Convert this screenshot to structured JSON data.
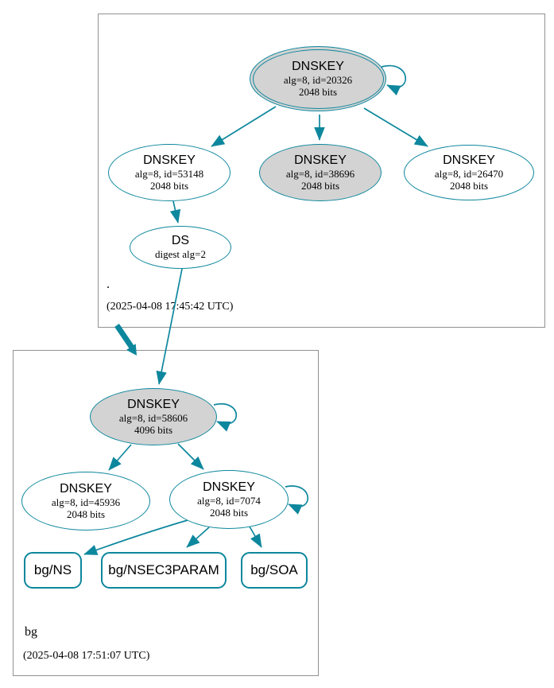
{
  "colors": {
    "secure_line": "#0d879d",
    "ksk_fill": "#d3d3d3",
    "node_fill": "#ffffff",
    "zone_box_border": "#919191"
  },
  "zones": {
    "root": {
      "label": ".",
      "timestamp": "(2025-04-08 17:45:42 UTC)"
    },
    "bg": {
      "label": "bg",
      "timestamp": "(2025-04-08 17:51:07 UTC)"
    }
  },
  "nodes": {
    "root_ksk": {
      "type": "DNSKEY",
      "detail": "alg=8, id=20326",
      "bits": "2048 bits"
    },
    "root_zsk_53148": {
      "type": "DNSKEY",
      "detail": "alg=8, id=53148",
      "bits": "2048 bits"
    },
    "root_zsk_38696": {
      "type": "DNSKEY",
      "detail": "alg=8, id=38696",
      "bits": "2048 bits"
    },
    "root_zsk_26470": {
      "type": "DNSKEY",
      "detail": "alg=8, id=26470",
      "bits": "2048 bits"
    },
    "ds": {
      "type": "DS",
      "detail": "digest alg=2"
    },
    "bg_ksk": {
      "type": "DNSKEY",
      "detail": "alg=8, id=58606",
      "bits": "4096 bits"
    },
    "bg_zsk_45936": {
      "type": "DNSKEY",
      "detail": "alg=8, id=45936",
      "bits": "2048 bits"
    },
    "bg_zsk_7074": {
      "type": "DNSKEY",
      "detail": "alg=8, id=7074",
      "bits": "2048 bits"
    },
    "rrset_ns": {
      "label": "bg/NS"
    },
    "rrset_nsec3param": {
      "label": "bg/NSEC3PARAM"
    },
    "rrset_soa": {
      "label": "bg/SOA"
    }
  }
}
